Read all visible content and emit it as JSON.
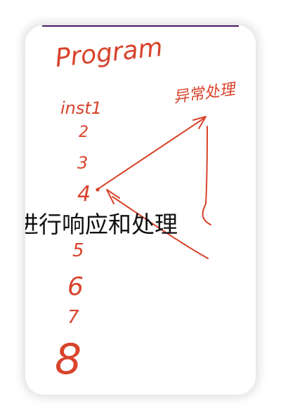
{
  "handwriting": {
    "title": "Program",
    "inst1": "inst1",
    "n2": "2",
    "n3": "3",
    "n4": "4",
    "n5": "5",
    "n6": "6",
    "n7": "7",
    "n8": "8",
    "handler_label": "异常处理"
  },
  "caption": {
    "text": "进行响应和处理"
  },
  "colors": {
    "ink": "#d8432b",
    "accent_bar": "#4a1a63",
    "caption_text": "#111111"
  }
}
